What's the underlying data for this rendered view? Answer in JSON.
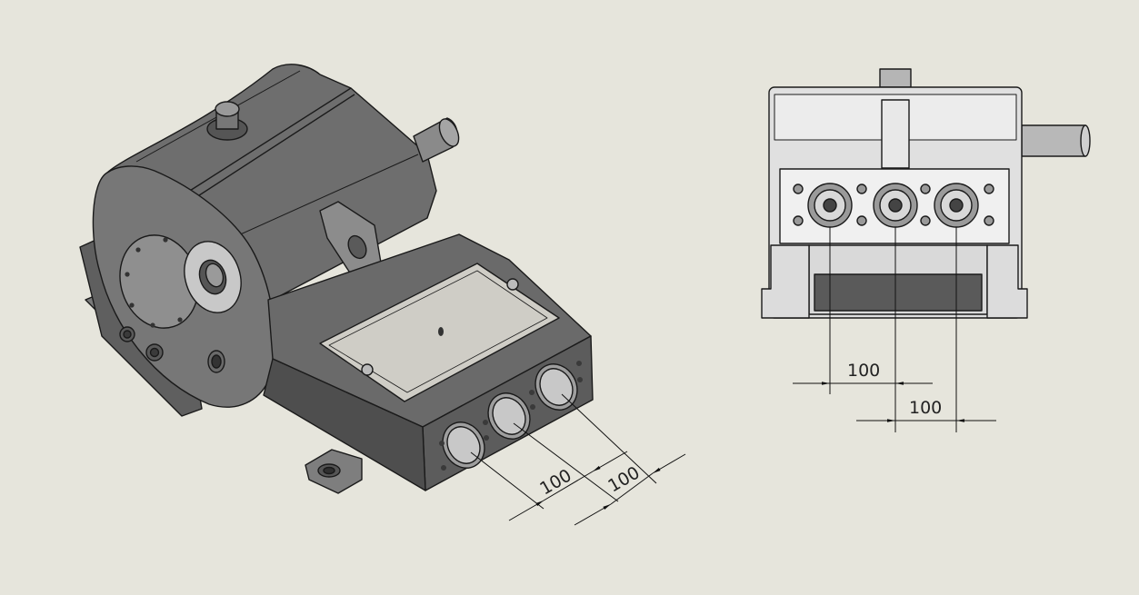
{
  "drawing": {
    "background_color": "#e6e5dc",
    "line_color": "#1a1a1a",
    "body_color": "#6b6b6b",
    "body_light_color": "#8a8a8a",
    "plate_color": "#cfcdc6"
  },
  "iso_view": {
    "dim_1": "100",
    "dim_2": "100"
  },
  "front_view": {
    "dim_1": "100",
    "dim_2": "100"
  }
}
